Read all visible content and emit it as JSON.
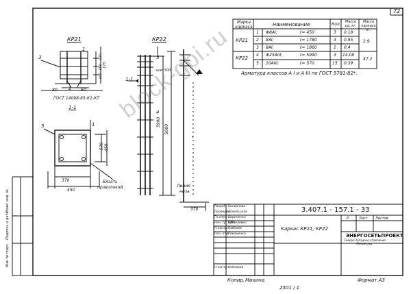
{
  "sheet": {
    "page_number": "72",
    "drawing_code": "3.407.1 - 157.1 - 33",
    "drawing_title": "Каркас КР21, КР22",
    "stage": "Р",
    "sheet_label": "Лист",
    "sheets_label": "Листов",
    "note": "Арматура классов А I и А III по ГОСТ 5781-82*.",
    "org_line1": "ЭНЕРГОСЕТЬПРОЕКТ",
    "org_line2": "Северо-Западное отделение",
    "org_line3": "Ленинград",
    "copied_label": "Копир.",
    "copier_name": "Михина",
    "format_label": "Формат А3",
    "order_no": "2501 / 1"
  },
  "spec_table": {
    "headers": [
      "Марка каркаса",
      "Наименование",
      "Кол.",
      "Масса ед. кг.",
      "Масса каркаса кг."
    ],
    "rows": [
      {
        "mark": "КР21",
        "pos": "1",
        "name": "Ф8АI;",
        "length": "ℓ= 450",
        "qty": "3",
        "mass": "0.18",
        "total": "2.9"
      },
      {
        "mark": "",
        "pos": "2",
        "name": "8АI;",
        "length": "ℓ= 1780",
        "qty": "3",
        "mass": "0.95",
        "total": ""
      },
      {
        "mark": "",
        "pos": "3",
        "name": "8АI;",
        "length": "ℓ= 1860",
        "qty": "1",
        "mass": "0.4",
        "total": ""
      },
      {
        "mark": "КР22",
        "pos": "4",
        "name": "Ф25АIII;",
        "length": "ℓ= 5990",
        "qty": "3",
        "mass": "14.08",
        "total": "47.2"
      },
      {
        "mark": "",
        "pos": "5",
        "name": "10АIII;",
        "length": "ℓ= 570",
        "qty": "15",
        "mass": "0.39",
        "total": ""
      }
    ]
  },
  "views": {
    "kr21_label": "КР21",
    "kr22_label": "КР22",
    "section_label": "1-1",
    "gost_note": "ГОСТ 14098-85-К1-КТ",
    "tie_note_1": "Вязать",
    "tie_note_2": "проволокой",
    "mark_note_1": "Линия",
    "mark_note_2": "низа",
    "pitch_note": "шаг 500",
    "dims": {
      "d80": "80",
      "d60": "60",
      "d570": "570",
      "d450": "450",
      "d370": "370",
      "d5990": "5990",
      "d5980": "5980",
      "d200": "200",
      "d110": "110",
      "d150": "150",
      "d105": "105",
      "d175": "175"
    },
    "callouts": [
      "1",
      "2",
      "3",
      "4",
      "5"
    ]
  },
  "signatures": [
    {
      "role": "Разраб.",
      "name": "Богданова"
    },
    {
      "role": "Проверил",
      "name": "Сокольская"
    },
    {
      "role": "Гл.спец.",
      "name": "Кириченко"
    },
    {
      "role": "Нач. гр. ГИП",
      "name": "Шевелевко"
    },
    {
      "role": "Н.контр.",
      "name": "Кобелев"
    },
    {
      "role": "Нач. отд.",
      "name": "Романенко"
    },
    {
      "role": "Н.контр.",
      "name": "Кобзарев"
    }
  ],
  "side_strip": {
    "labels": [
      "Инв. № подл.",
      "Подпись и дата",
      "Взам. инв. №"
    ]
  },
  "watermark": "block-gbi.ru"
}
